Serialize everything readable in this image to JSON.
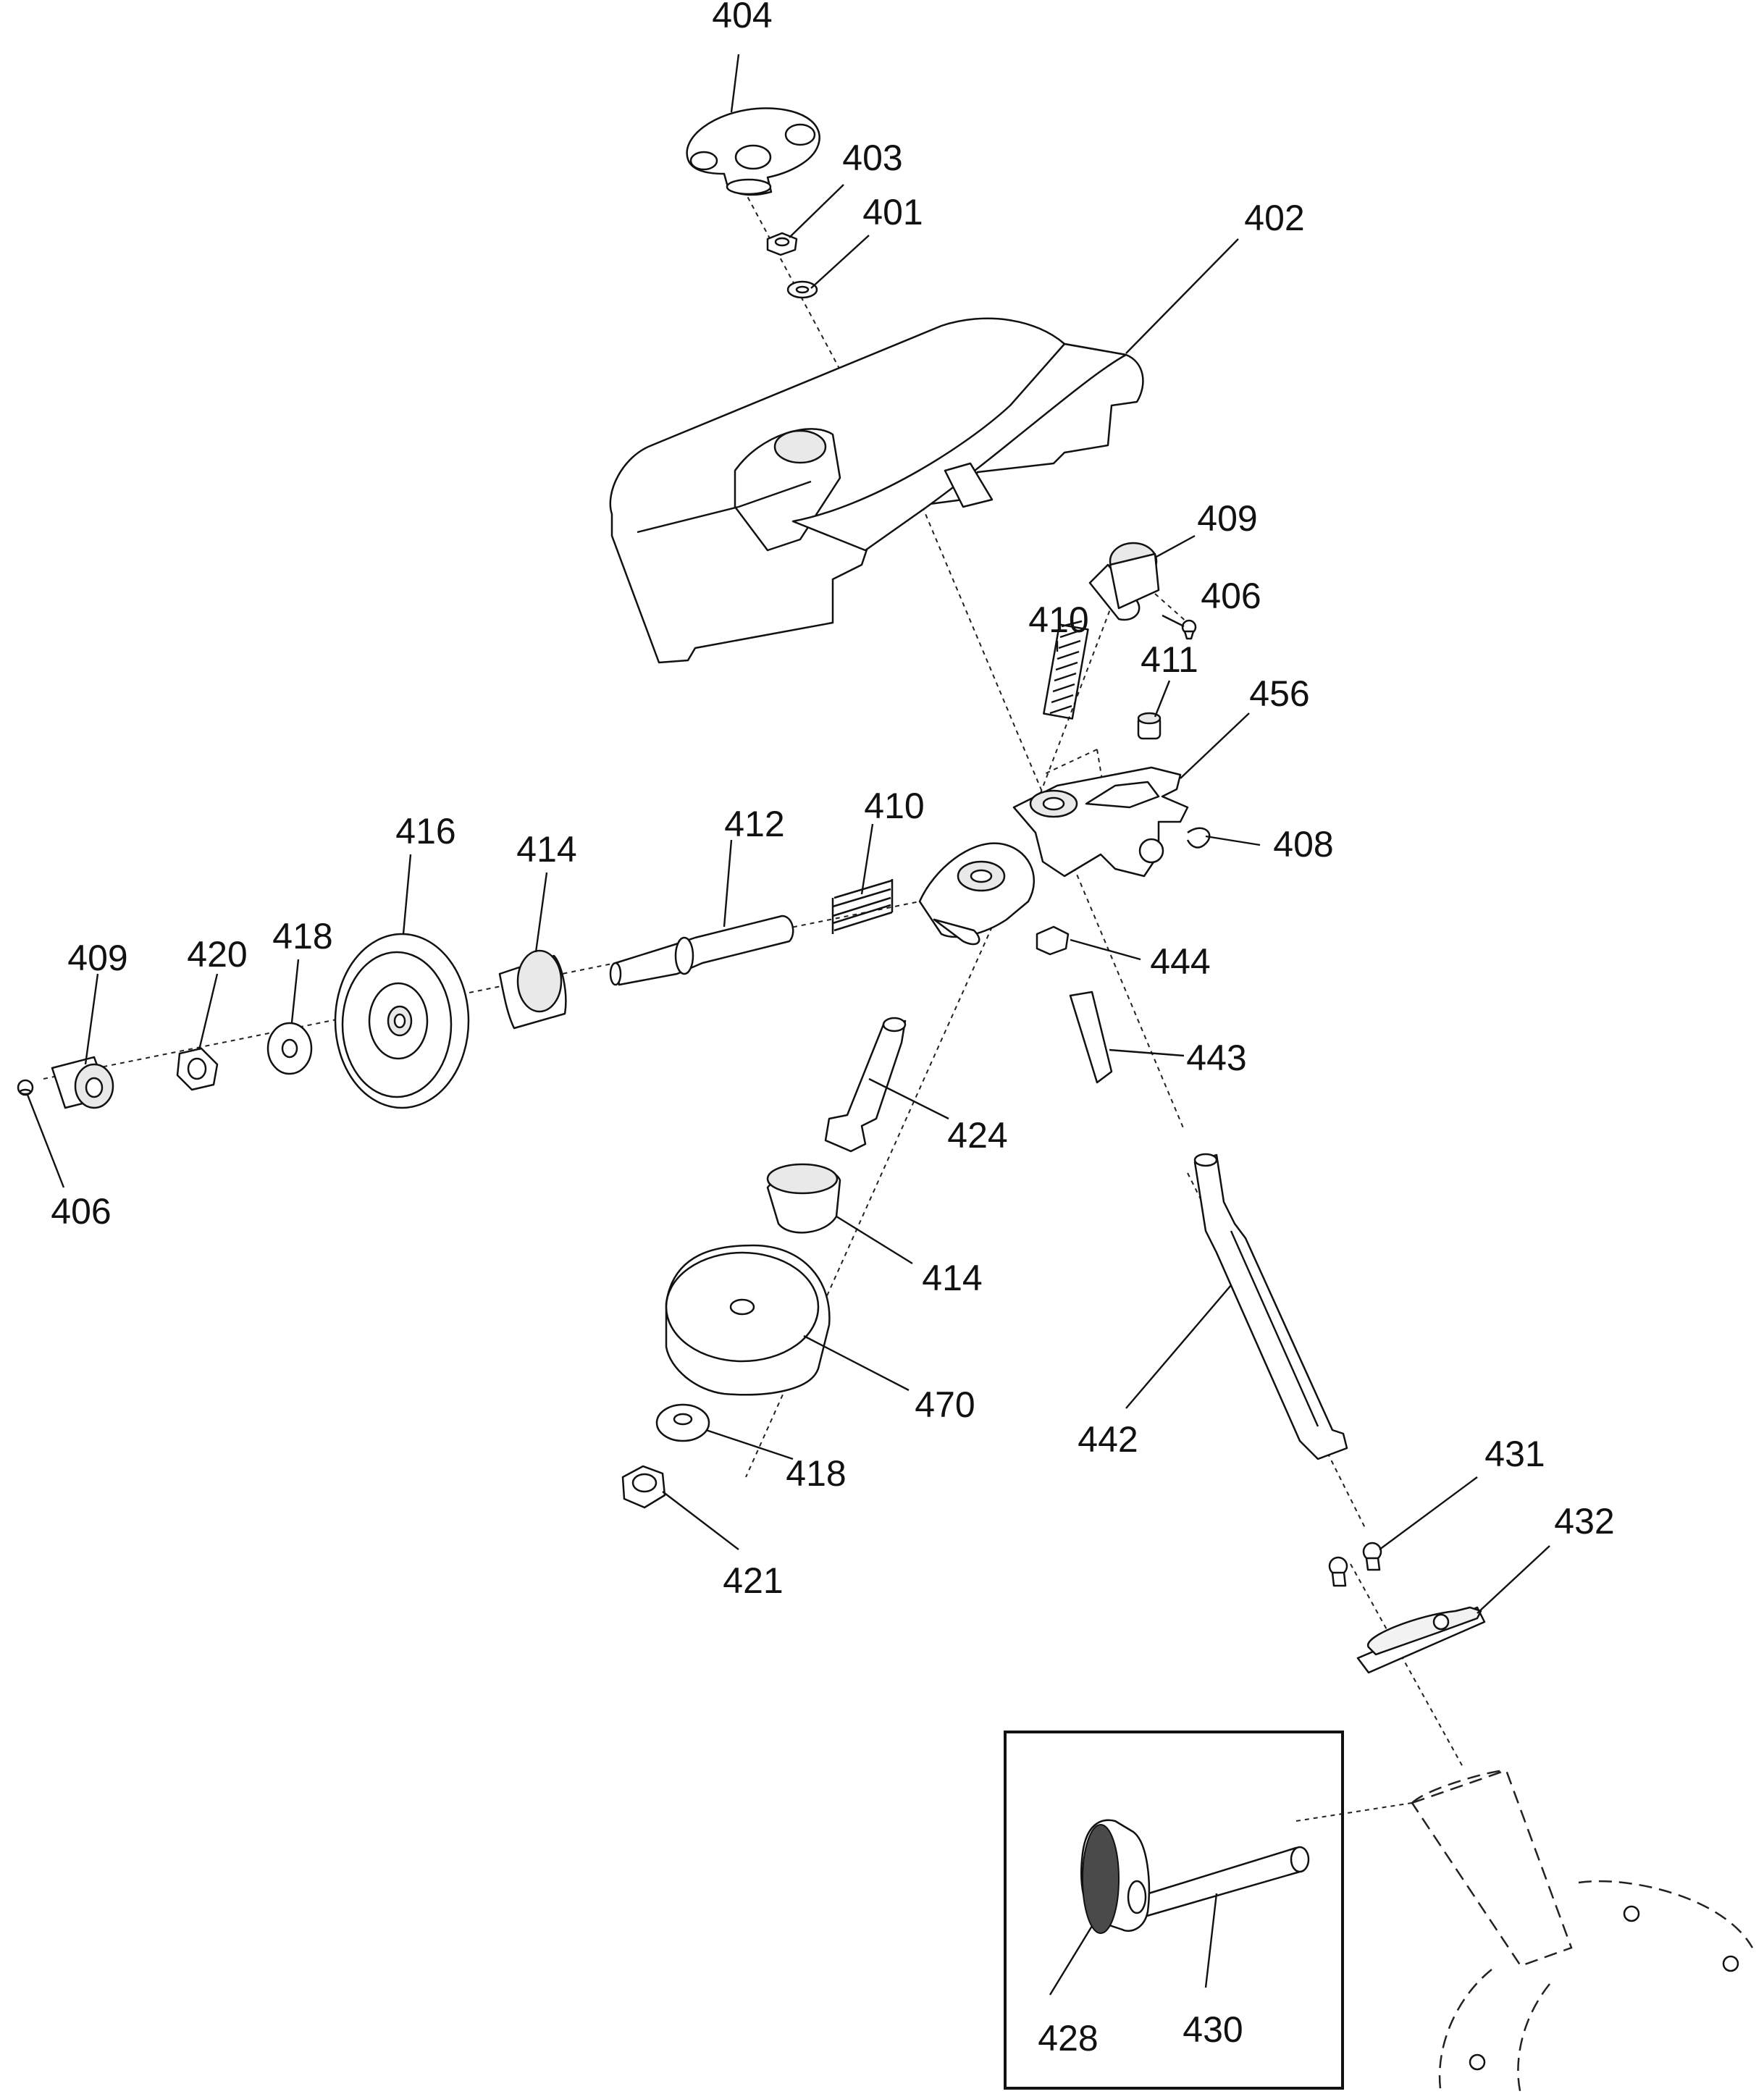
{
  "callouts": [
    {
      "id": "c404",
      "label": "404"
    },
    {
      "id": "c403",
      "label": "403"
    },
    {
      "id": "c401",
      "label": "401"
    },
    {
      "id": "c402",
      "label": "402"
    },
    {
      "id": "c409a",
      "label": "409"
    },
    {
      "id": "c406a",
      "label": "406"
    },
    {
      "id": "c410a",
      "label": "410"
    },
    {
      "id": "c411",
      "label": "411"
    },
    {
      "id": "c456",
      "label": "456"
    },
    {
      "id": "c408",
      "label": "408"
    },
    {
      "id": "c416",
      "label": "416"
    },
    {
      "id": "c414a",
      "label": "414"
    },
    {
      "id": "c412",
      "label": "412"
    },
    {
      "id": "c410b",
      "label": "410"
    },
    {
      "id": "c409b",
      "label": "409"
    },
    {
      "id": "c420",
      "label": "420"
    },
    {
      "id": "c418a",
      "label": "418"
    },
    {
      "id": "c444",
      "label": "444"
    },
    {
      "id": "c443",
      "label": "443"
    },
    {
      "id": "c424",
      "label": "424"
    },
    {
      "id": "c406b",
      "label": "406"
    },
    {
      "id": "c414b",
      "label": "414"
    },
    {
      "id": "c470",
      "label": "470"
    },
    {
      "id": "c442",
      "label": "442"
    },
    {
      "id": "c418b",
      "label": "418"
    },
    {
      "id": "c421",
      "label": "421"
    },
    {
      "id": "c431",
      "label": "431"
    },
    {
      "id": "c432",
      "label": "432"
    },
    {
      "id": "c428",
      "label": "428"
    },
    {
      "id": "c430",
      "label": "430"
    }
  ]
}
